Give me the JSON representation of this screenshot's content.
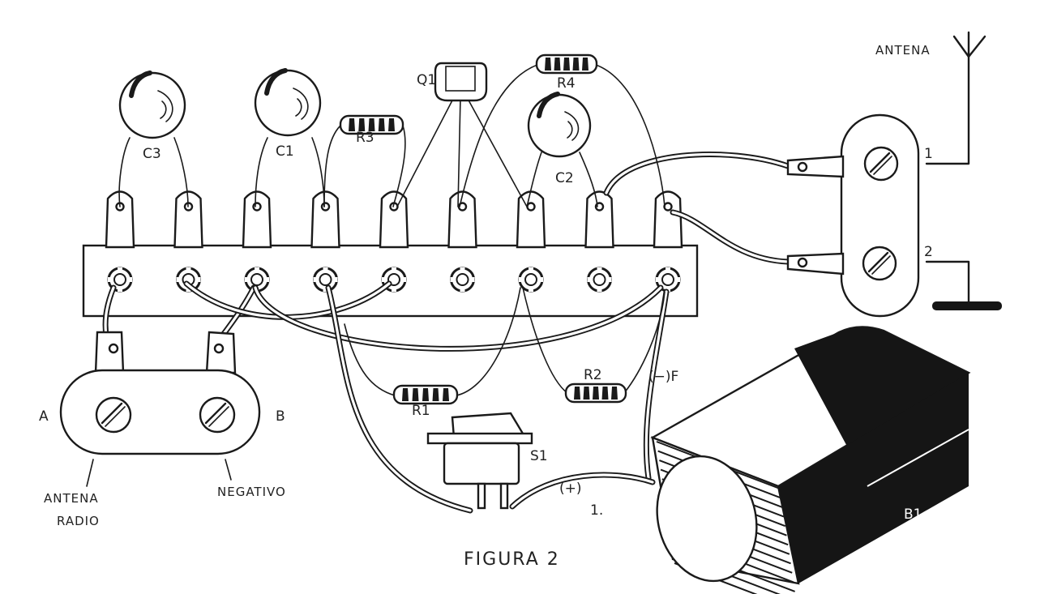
{
  "figure": {
    "caption": "FIGURA 2"
  },
  "components": {
    "capacitors": [
      {
        "id": "C3",
        "label": "C3"
      },
      {
        "id": "C1",
        "label": "C1"
      },
      {
        "id": "C2",
        "label": "C2"
      }
    ],
    "resistors": [
      {
        "id": "R1",
        "label": "R1"
      },
      {
        "id": "R2",
        "label": "R2"
      },
      {
        "id": "R3",
        "label": "R3"
      },
      {
        "id": "R4",
        "label": "R4"
      }
    ],
    "transistor": {
      "id": "Q1",
      "label": "Q1"
    },
    "switch": {
      "id": "S1",
      "label": "S1"
    },
    "battery": {
      "id": "B1",
      "label": "B1",
      "positive_label": "(+)",
      "positive_note": "1.",
      "negative_label": "(−)F"
    }
  },
  "terminals": {
    "left_block": {
      "terminal_a": "A",
      "terminal_b": "B",
      "callout_a": [
        "ANTENA",
        "RADIO"
      ],
      "callout_b": "NEGATIVO"
    },
    "right_block": {
      "terminal_1": "1",
      "terminal_2": "2",
      "antenna_label": "ANTENA"
    }
  },
  "terminal_strip": {
    "lug_count": 9
  },
  "colors": {
    "ink": "#1a1a1a",
    "paper": "#ffffff"
  }
}
